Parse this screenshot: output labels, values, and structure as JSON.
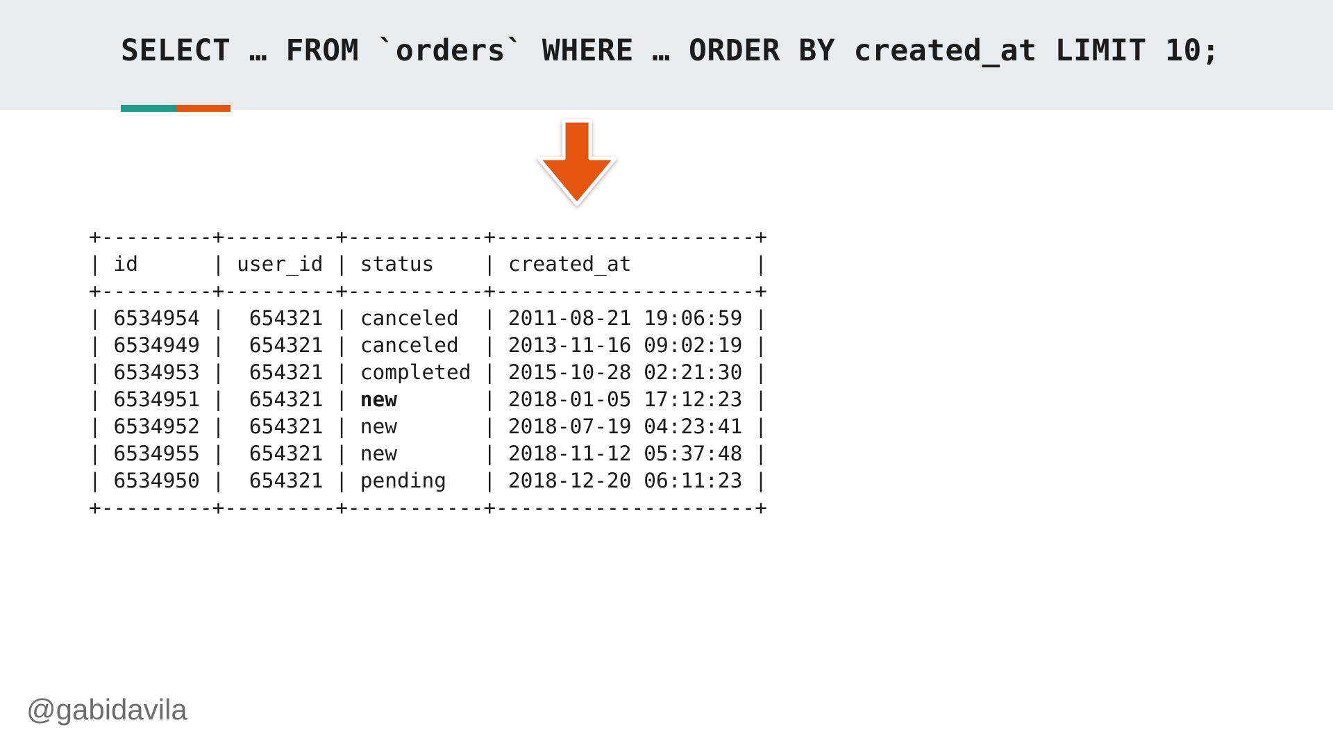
{
  "slide": {
    "query": "SELECT … FROM `orders` WHERE … ORDER BY created_at LIMIT 10;",
    "handle": "@gabidavila",
    "colors": {
      "header_bg": "#e9ecee",
      "accent_teal": "#1f9a8a",
      "accent_orange": "#e5540f",
      "arrow": "#e5540f"
    },
    "icons": {
      "arrow": "down-arrow-icon"
    }
  },
  "table": {
    "border": "+---------+---------+-----------+---------------------+",
    "header_line": "| id      | user_id | status    | created_at          |",
    "rows": [
      {
        "prefix": "| 6534954 |  654321 | ",
        "status": "canceled ",
        "suffix": " | 2011-08-21 19:06:59 |",
        "bold": false
      },
      {
        "prefix": "| 6534949 |  654321 | ",
        "status": "canceled ",
        "suffix": " | 2013-11-16 09:02:19 |",
        "bold": false
      },
      {
        "prefix": "| 6534953 |  654321 | ",
        "status": "completed",
        "suffix": " | 2015-10-28 02:21:30 |",
        "bold": false
      },
      {
        "prefix": "| 6534951 |  654321 | ",
        "status": "new      ",
        "suffix": " | 2018-01-05 17:12:23 |",
        "bold": true
      },
      {
        "prefix": "| 6534952 |  654321 | ",
        "status": "new      ",
        "suffix": " | 2018-07-19 04:23:41 |",
        "bold": false
      },
      {
        "prefix": "| 6534955 |  654321 | ",
        "status": "new      ",
        "suffix": " | 2018-11-12 05:37:48 |",
        "bold": false
      },
      {
        "prefix": "| 6534950 |  654321 | ",
        "status": "pending  ",
        "suffix": " | 2018-12-20 06:11:23 |",
        "bold": false
      }
    ]
  }
}
